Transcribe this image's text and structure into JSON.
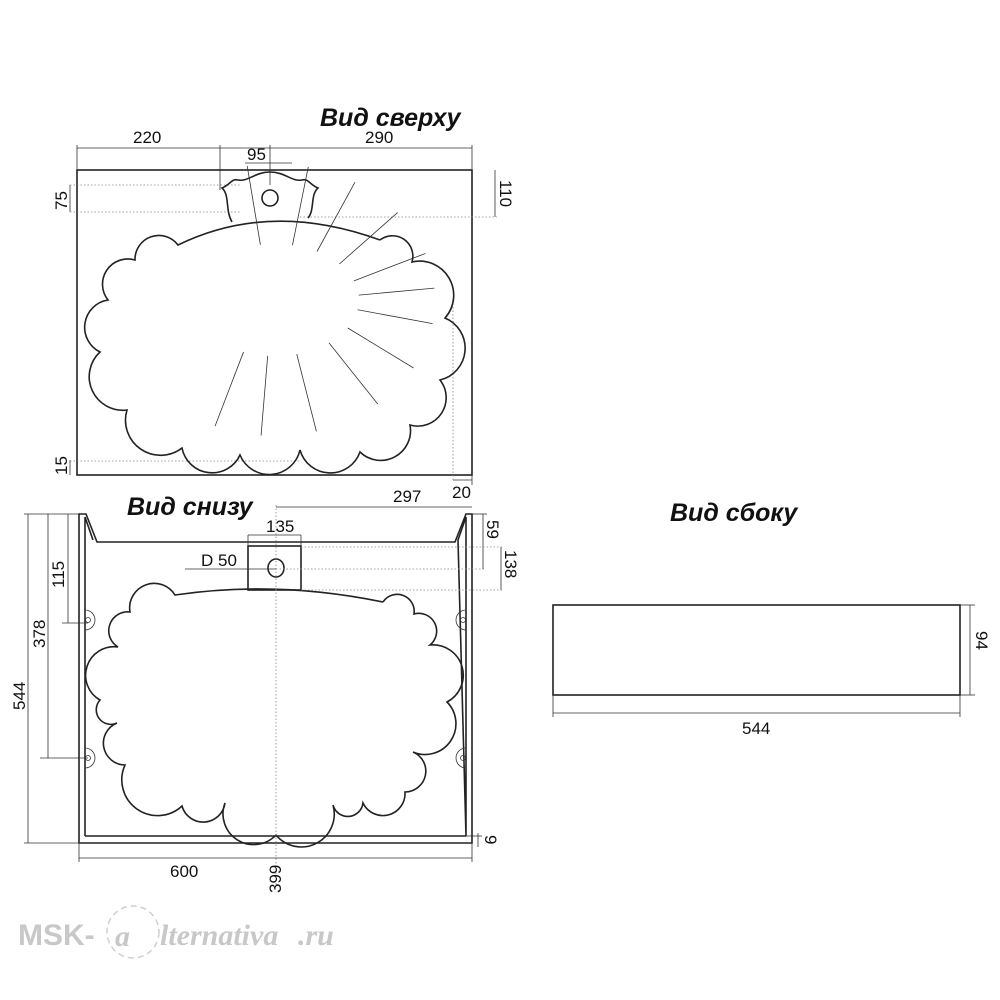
{
  "views": {
    "top": {
      "title": "Вид сверху",
      "dims": {
        "left_width": "220",
        "drain_offset": "95",
        "right_width": "290",
        "tab_depth": "75",
        "tab_total": "110",
        "bottom_margin": "15",
        "right_margin": "20"
      }
    },
    "bottom": {
      "title": "Вид снизу",
      "dims": {
        "half_width": "297",
        "block_width": "135",
        "hole_diameter": "D 50",
        "notch_depth": "59",
        "block_depth": "138",
        "mount_top": "115",
        "mount_span": "378",
        "total_depth": "544",
        "wall": "9",
        "total_width": "600",
        "center": "399"
      }
    },
    "side": {
      "title": "Вид сбоку",
      "dims": {
        "height": "94",
        "length": "544"
      }
    }
  },
  "watermark": {
    "text": "MSK-@lternativa.ru"
  }
}
